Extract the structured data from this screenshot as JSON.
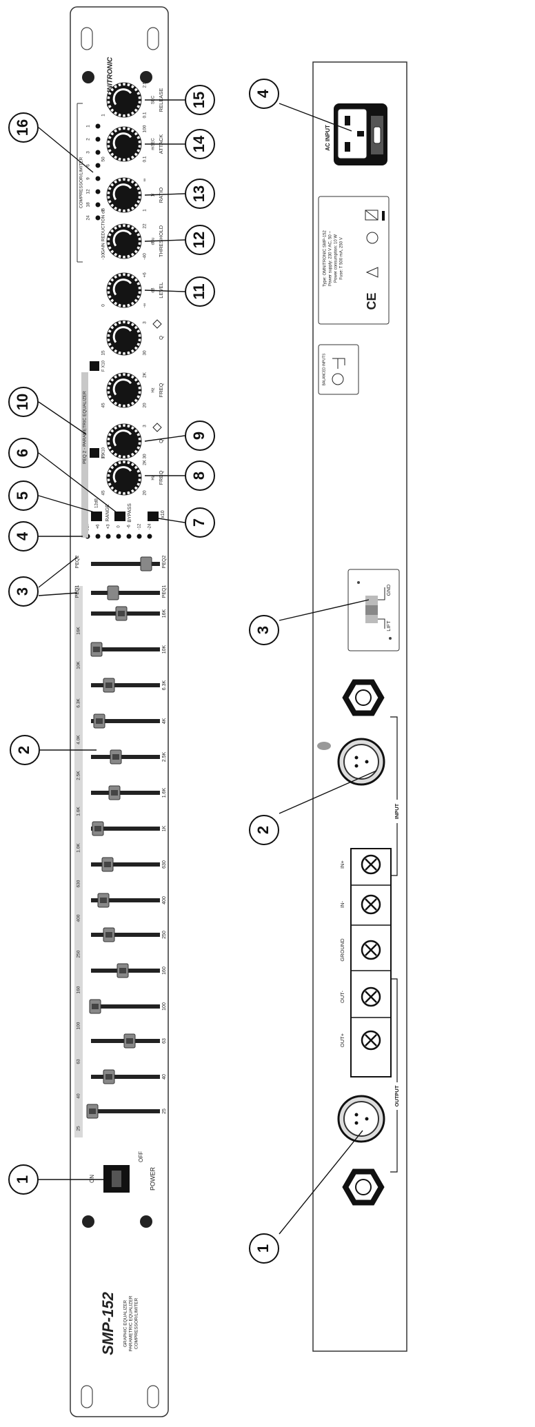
{
  "front": {
    "brand": "OMNITRONIC",
    "model": "SMP-152",
    "model_sub": [
      "GRAPHIC EQUALIZER",
      "PARAMETRIC EQUALIZER",
      "COMPRESSOR/LIMITER"
    ],
    "power": {
      "on": "ON",
      "off": "OFF",
      "label": "POWER"
    },
    "eq_bands_top": [
      "25",
      "40",
      "63",
      "100",
      "160",
      "250",
      "400",
      "630",
      "1.0K",
      "1.6K",
      "2.5K",
      "4.0K",
      "6.3K",
      "10K",
      "16K"
    ],
    "eq_bands_bottom": [
      "25",
      "40",
      "63",
      "100",
      "160",
      "250",
      "400",
      "630",
      "1K",
      "1.6K",
      "2.5K",
      "4K",
      "6.3K",
      "10K",
      "16K"
    ],
    "peq_labels": [
      "PEQ1",
      "PEQ2"
    ],
    "led_meter": [
      "CLIP",
      "+6",
      "+3",
      "0",
      "-6",
      "-12",
      "-24"
    ],
    "range_label": "RANGE",
    "range_values": [
      "6dB",
      "12dB"
    ],
    "bypass_label": "BYPASS",
    "x10_label": "x10",
    "peq_section_title": "PEQ 2 - PARAMETRIC EQUALIZER",
    "fx10_label": "F X10",
    "knobs": [
      {
        "label": "FREQ",
        "unit": "Hz",
        "min": "20",
        "mid": "45",
        "max": "2K"
      },
      {
        "label": "Q",
        "min": "30",
        "mid": "15",
        "max": "3"
      },
      {
        "label": "FREQ",
        "unit": "Hz",
        "min": "20",
        "mid": "45",
        "max": "2K"
      },
      {
        "label": "Q",
        "min": "30",
        "mid": "15",
        "max": "3"
      },
      {
        "label": "LEVEL",
        "min": "-∞",
        "mid": "0",
        "max": "+6",
        "unit": "dB"
      },
      {
        "label": "THRESHOLD",
        "min": "-40",
        "mid": "-10",
        "max": "22",
        "unit": "dBu"
      },
      {
        "label": "RATIO",
        "min": "1",
        "mid": "7",
        "max": "∞",
        "unit": "1/"
      },
      {
        "label": "ATTACK",
        "min": "0.1",
        "mid": "50",
        "max": "100",
        "unit": "mSEC"
      },
      {
        "label": "RELEASE",
        "min": "0.1",
        "mid": "1",
        "max": "2.5",
        "unit": "SEC"
      }
    ],
    "comp_title": "COMPRESSOR/LIMITER",
    "gain_reduction_title": "GAIN REDUCTION dB",
    "gain_reduction_leds": [
      "1",
      "2",
      "3",
      "6",
      "9",
      "12",
      "18",
      "24"
    ]
  },
  "rear": {
    "ac_input": "AC INPUT",
    "type_plate": [
      "Type:               OMNITRONIC SMP-152",
      "Power supply:       230 V AC, 50 ~",
      "Power consumption:  10 W",
      "Fuse:               T 500 mA, 250 V"
    ],
    "ce": "CE",
    "balanced_title": "BALANCED INPUTS",
    "lift": "LIFT",
    "gnd": "GND",
    "terminals": [
      "OUT+",
      "OUT-",
      "GROUND",
      "IN-",
      "IN+"
    ],
    "output_label": "OUTPUT",
    "input_label": "INPUT"
  },
  "callouts_front": [
    "1",
    "2",
    "3",
    "4",
    "5",
    "6",
    "7",
    "8",
    "9",
    "10",
    "11",
    "12",
    "13",
    "14",
    "15",
    "16"
  ],
  "callouts_rear": [
    "1",
    "2",
    "3",
    "4"
  ]
}
